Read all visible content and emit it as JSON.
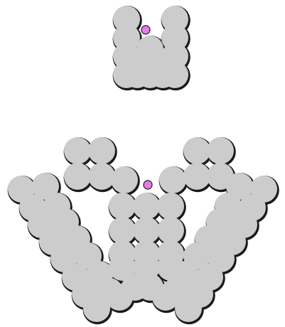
{
  "colors": {
    "background": "#ffffff",
    "disc_fill": "#cccccc",
    "disc_outline": "#1a1a1a",
    "marker_fill": "#e87de8",
    "marker_stroke": "#1a1a1a"
  },
  "figures": [
    {
      "name": "top-cluster",
      "clusters": [
        "top-left-column",
        "top-bottom-block",
        "top-right-column"
      ],
      "marker": "top-marker"
    },
    {
      "name": "bottom-cluster",
      "clusters": [
        "left-top-block",
        "right-top-block",
        "center-block",
        "left-diagonal-arm",
        "right-diagonal-arm",
        "left-foot",
        "right-foot"
      ],
      "marker": "bottom-marker"
    }
  ]
}
